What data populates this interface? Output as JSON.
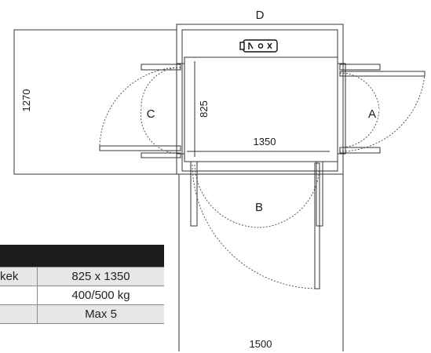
{
  "plan": {
    "doors": {
      "a": "A",
      "b": "B",
      "c": "C",
      "d": "D"
    },
    "dims": {
      "height": "1270",
      "car_depth": "825",
      "car_width": "1350",
      "shaft_width": "1500"
    }
  },
  "specs": {
    "rows": [
      {
        "key": "kek",
        "value": "825 x 1350"
      },
      {
        "key": "",
        "value": "400/500 kg"
      },
      {
        "key": "",
        "value": "Max 5"
      }
    ]
  }
}
